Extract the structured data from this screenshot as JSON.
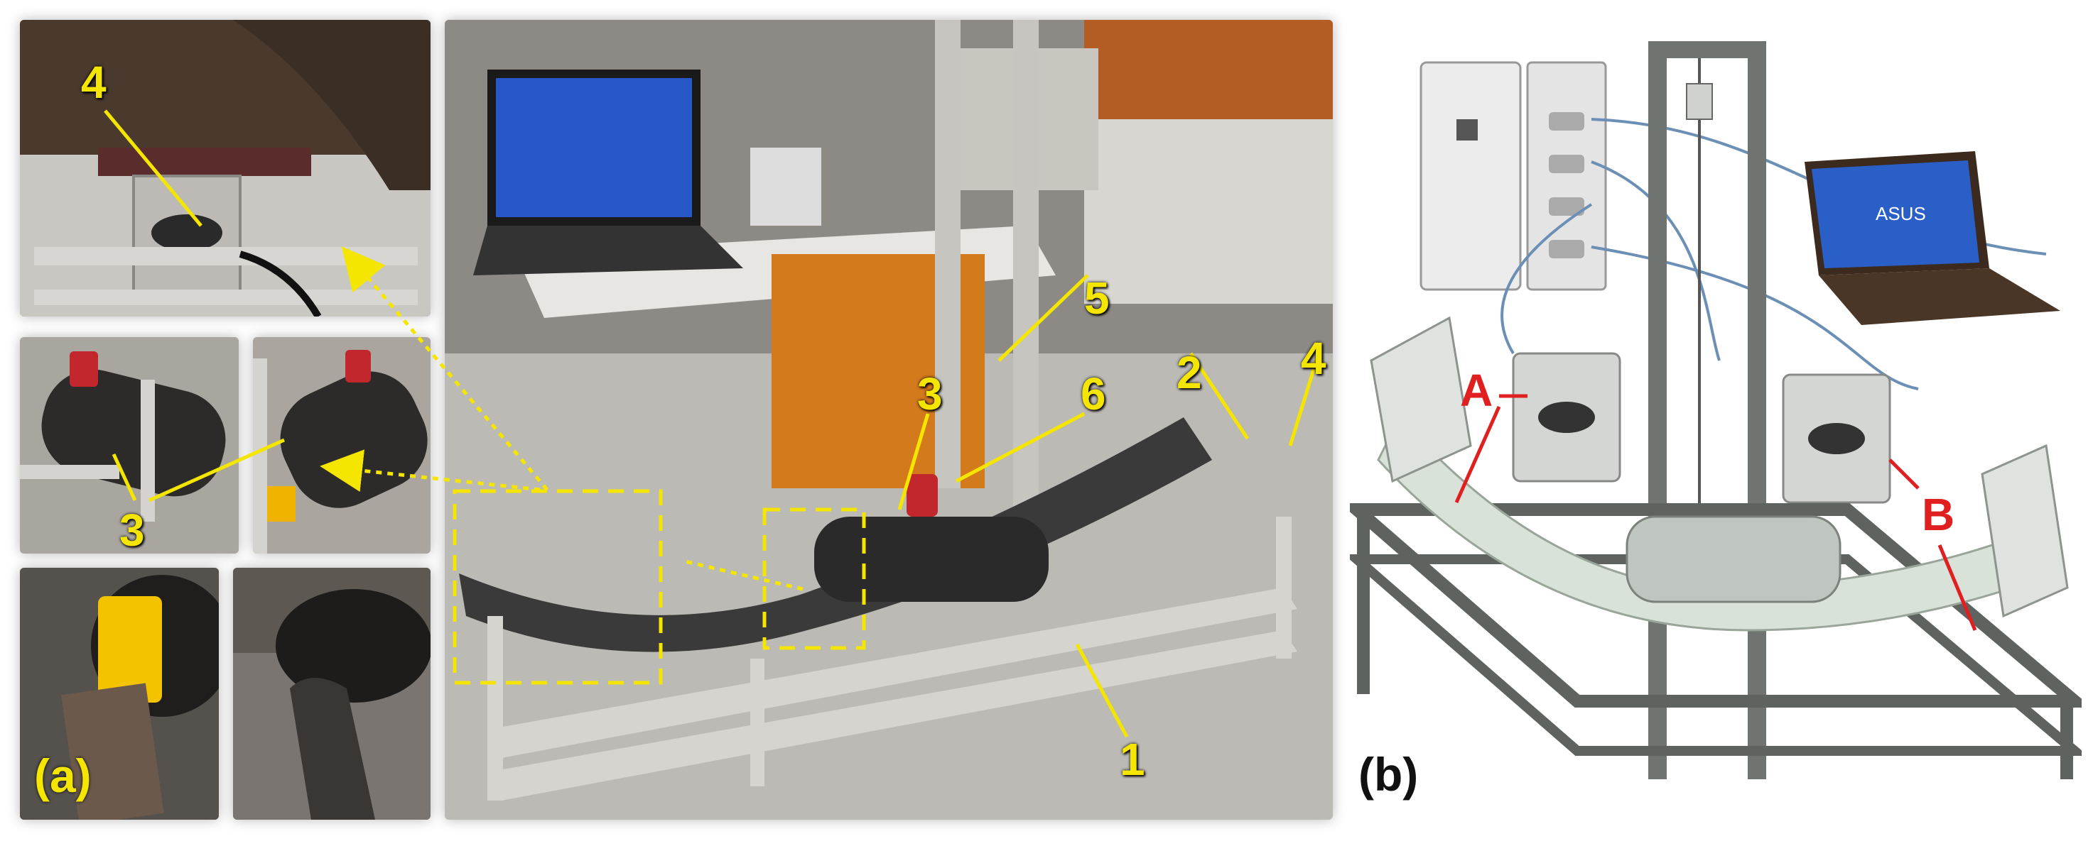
{
  "figure": {
    "panel_a_label": "(a)",
    "panel_b_label": "(b)",
    "main_photo_markers": [
      "1",
      "2",
      "3",
      "4",
      "5",
      "6"
    ],
    "inset_markers": {
      "top_inset": "4",
      "middle_left_right_insets": "3"
    },
    "cad_markers": [
      "A",
      "B"
    ],
    "laptop_brand": "ASUS"
  },
  "colors": {
    "marker_yellow": "#f4e600",
    "marker_red": "#e02020",
    "dash_yellow": "#f4e600"
  }
}
